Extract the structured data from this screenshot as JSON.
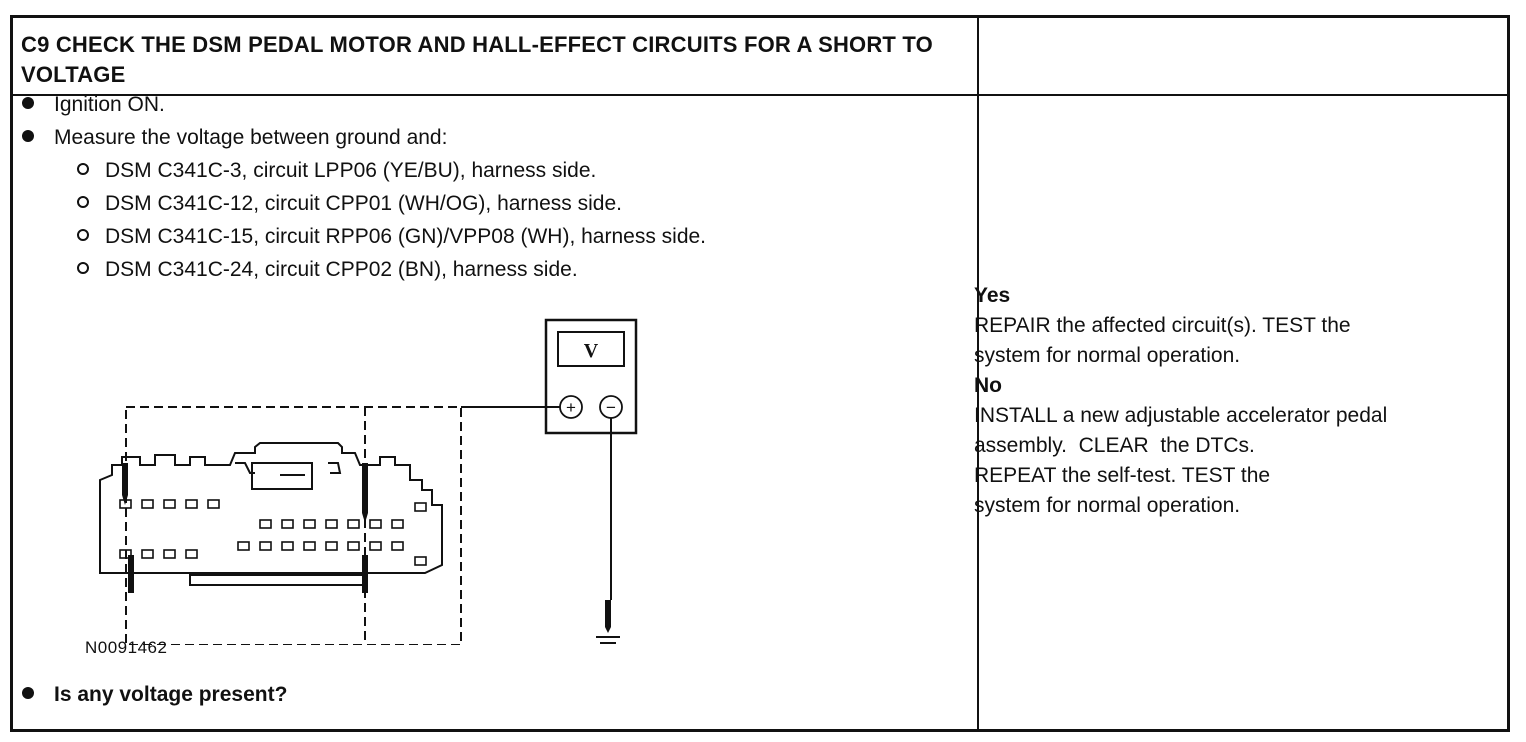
{
  "header": {
    "title": "C9 CHECK THE DSM PEDAL MOTOR AND HALL-EFFECT CIRCUITS FOR A SHORT TO VOLTAGE",
    "result_header": ""
  },
  "steps": [
    {
      "text": "Ignition ON."
    },
    {
      "text": "Measure the voltage between ground and:"
    }
  ],
  "substeps": [
    {
      "text": "DSM C341C-3, circuit LPP06 (YE/BU), harness side."
    },
    {
      "text": "DSM C341C-12, circuit CPP01 (WH/OG), harness side."
    },
    {
      "text": "DSM C341C-15, circuit RPP06 (GN)/VPP08 (WH), harness side."
    },
    {
      "text": "DSM C341C-24, circuit CPP02 (BN), harness side."
    }
  ],
  "diagram": {
    "meter_label": "V",
    "plus": "+",
    "minus": "−",
    "figure_id": "N0091462"
  },
  "question": "Is any voltage present?",
  "results": {
    "yes_heading": "Yes",
    "yes_lines": [
      "REPAIR the affected circuit(s). TEST the",
      "system for normal operation."
    ],
    "no_heading": "No",
    "no_lines": [
      "INSTALL a new adjustable accelerator pedal",
      "assembly.  CLEAR  the DTCs.",
      "REPEAT the self-test. TEST the",
      "system for normal operation."
    ]
  }
}
